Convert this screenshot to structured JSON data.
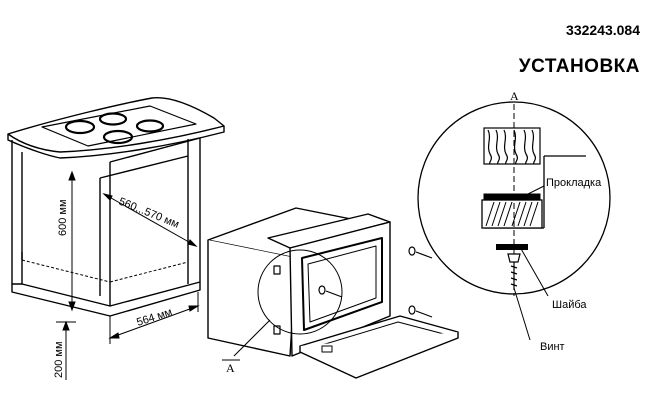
{
  "header": {
    "code": "332243.084",
    "title": "УСТАНОВКА"
  },
  "dimensions": {
    "width_inner": "560...570 мм",
    "height_inner": "600 мм",
    "depth": "564 мм",
    "bottom_gap": "200 мм"
  },
  "callouts": {
    "detail_marker": "A",
    "detail_marker_top": "A",
    "gasket": "Прокладка",
    "washer": "Шайба",
    "screw": "Винт"
  }
}
